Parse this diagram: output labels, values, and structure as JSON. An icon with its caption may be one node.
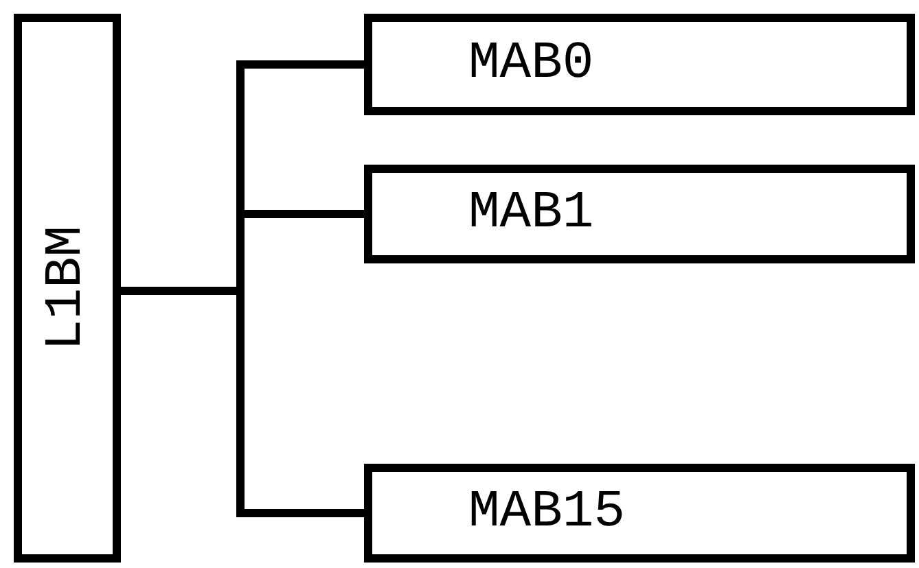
{
  "diagram": {
    "nodes": [
      {
        "text": [
          "L1BM"
        ]
      },
      {
        "text": [
          "MAB0"
        ]
      },
      {
        "text": [
          "MAB1"
        ]
      },
      {
        "text": [
          "MAB15"
        ]
      }
    ],
    "edges": [
      {
        "from": 0,
        "to": 1,
        "arrow": "none"
      },
      {
        "from": 0,
        "to": 2,
        "arrow": "none"
      },
      {
        "from": 0,
        "to": 3,
        "arrow": "none"
      }
    ]
  }
}
